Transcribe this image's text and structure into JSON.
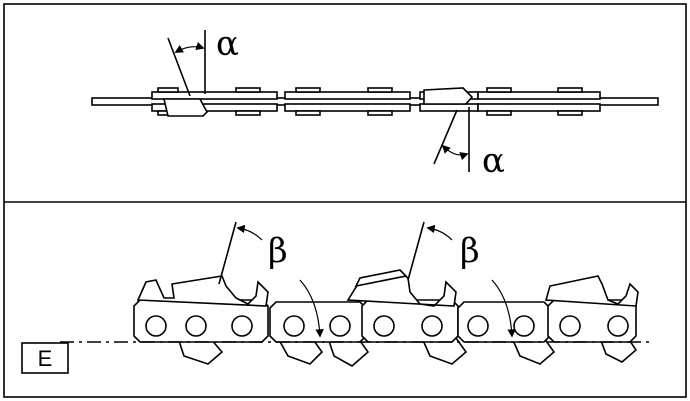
{
  "top_panel": {
    "angle_symbol_upper": "α",
    "angle_symbol_lower": "α"
  },
  "bottom_panel": {
    "angle_symbol_left": "β",
    "angle_symbol_right": "β",
    "panel_label": "E"
  }
}
